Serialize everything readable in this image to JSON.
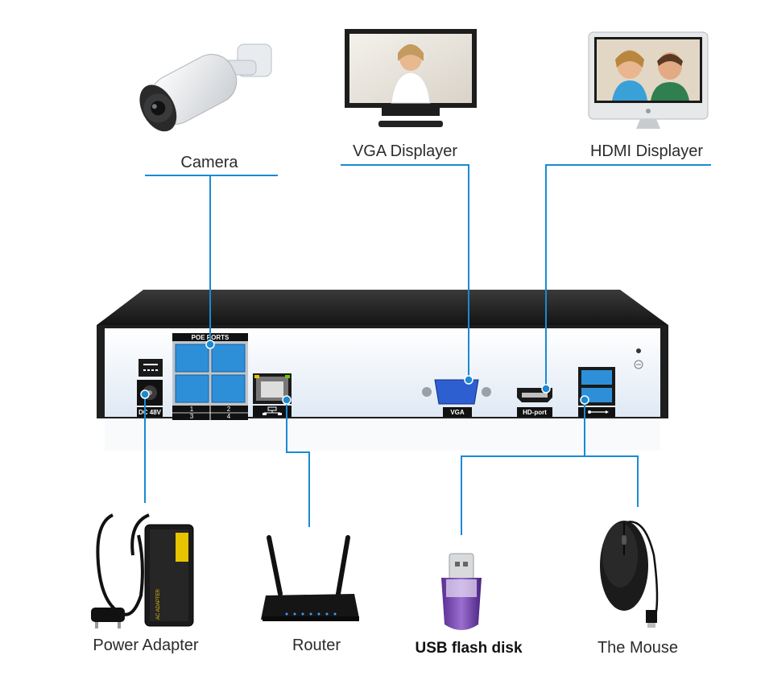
{
  "colors": {
    "line": "#1a8ad4",
    "dot": "#1a8ad4",
    "nvr_body": "#1e1e1e",
    "nvr_panel": "#edf4fb",
    "port_blue": "#2e8fd9",
    "label_text": "#2b2b2b"
  },
  "devices": {
    "camera": {
      "label": "Camera",
      "icon": "bullet-camera-icon"
    },
    "vga_display": {
      "label": "VGA Displayer",
      "icon": "vga-monitor-icon"
    },
    "hdmi_display": {
      "label": "HDMI Displayer",
      "icon": "hdmi-monitor-icon"
    },
    "power_adapter": {
      "label": "Power Adapter",
      "icon": "power-adapter-icon"
    },
    "router": {
      "label": "Router",
      "icon": "router-icon"
    },
    "usb_disk": {
      "label": "USB flash disk",
      "icon": "usb-flash-disk-icon"
    },
    "mouse": {
      "label": "The Mouse",
      "icon": "mouse-icon"
    }
  },
  "nvr": {
    "poe_label": "POE PORTS",
    "port_numbers_top": [
      "1",
      "2"
    ],
    "port_numbers_bottom": [
      "3",
      "4"
    ],
    "power_label": "DC 48V",
    "vga_label": "VGA",
    "hdmi_label": "HD-port",
    "adapter_text": "AC ADAPTER"
  }
}
